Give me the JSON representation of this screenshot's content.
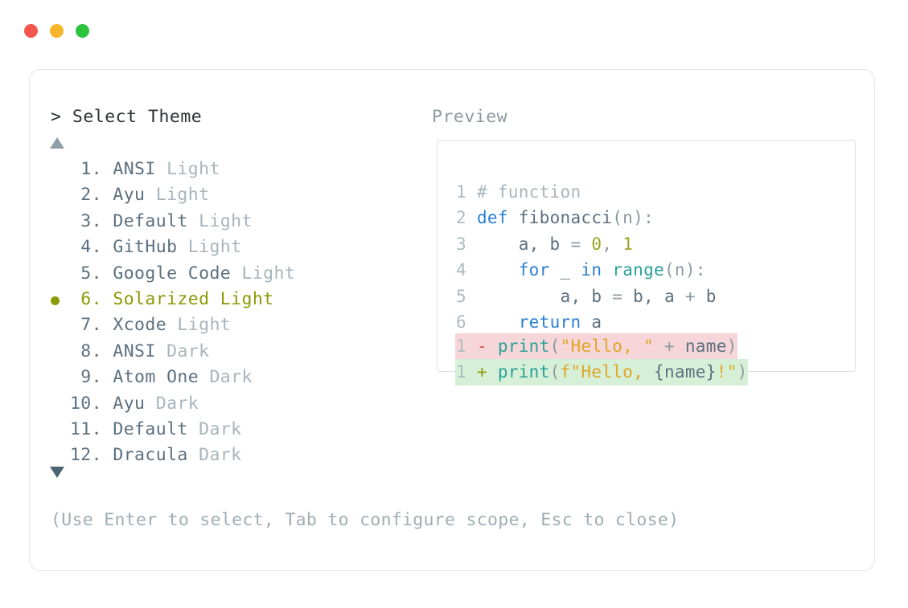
{
  "window": {
    "traffic_lights": [
      {
        "name": "close",
        "color": "#F2564C"
      },
      {
        "name": "minimize",
        "color": "#F5B52B"
      },
      {
        "name": "maximize",
        "color": "#2CC43F"
      }
    ]
  },
  "header": {
    "prompt": "> Select Theme",
    "preview_label": "Preview"
  },
  "scroll": {
    "up_indicator": "▲",
    "down_indicator": "▼"
  },
  "theme_list": {
    "selected_index": 6,
    "items": [
      {
        "index": "1.",
        "name": "ANSI",
        "variant": "Light",
        "selected": false
      },
      {
        "index": "2.",
        "name": "Ayu",
        "variant": "Light",
        "selected": false
      },
      {
        "index": "3.",
        "name": "Default",
        "variant": "Light",
        "selected": false
      },
      {
        "index": "4.",
        "name": "GitHub",
        "variant": "Light",
        "selected": false
      },
      {
        "index": "5.",
        "name": "Google Code",
        "variant": "Light",
        "selected": false
      },
      {
        "index": "6.",
        "name": "Solarized",
        "variant": "Light",
        "selected": true
      },
      {
        "index": "7.",
        "name": "Xcode",
        "variant": "Light",
        "selected": false
      },
      {
        "index": "8.",
        "name": "ANSI",
        "variant": "Dark",
        "selected": false
      },
      {
        "index": "9.",
        "name": "Atom One",
        "variant": "Dark",
        "selected": false
      },
      {
        "index": "10.",
        "name": "Ayu",
        "variant": "Dark",
        "selected": false
      },
      {
        "index": "11.",
        "name": "Default",
        "variant": "Dark",
        "selected": false
      },
      {
        "index": "12.",
        "name": "Dracula",
        "variant": "Dark",
        "selected": false
      }
    ]
  },
  "footer": {
    "hint": "(Use Enter to select, Tab to configure scope, Esc to close)"
  },
  "preview": {
    "code_lines": [
      {
        "num": "1",
        "tokens": [
          {
            "t": "# function",
            "c": "cmt"
          }
        ]
      },
      {
        "num": "2",
        "tokens": [
          {
            "t": "def ",
            "c": "kw"
          },
          {
            "t": "fibonacci",
            "c": "id"
          },
          {
            "t": "(n):",
            "c": "pun"
          }
        ]
      },
      {
        "num": "3",
        "tokens": [
          {
            "t": "    a, b ",
            "c": "id"
          },
          {
            "t": "= ",
            "c": "pun"
          },
          {
            "t": "0",
            "c": "num"
          },
          {
            "t": ", ",
            "c": "pun"
          },
          {
            "t": "1",
            "c": "num"
          }
        ]
      },
      {
        "num": "4",
        "tokens": [
          {
            "t": "    ",
            "c": "id"
          },
          {
            "t": "for ",
            "c": "kw"
          },
          {
            "t": "_ ",
            "c": "id"
          },
          {
            "t": "in ",
            "c": "kw"
          },
          {
            "t": "range",
            "c": "fn"
          },
          {
            "t": "(n):",
            "c": "pun"
          }
        ]
      },
      {
        "num": "5",
        "tokens": [
          {
            "t": "        a, b ",
            "c": "id"
          },
          {
            "t": "= ",
            "c": "pun"
          },
          {
            "t": "b, a ",
            "c": "id"
          },
          {
            "t": "+ ",
            "c": "pun"
          },
          {
            "t": "b",
            "c": "id"
          }
        ]
      },
      {
        "num": "6",
        "tokens": [
          {
            "t": "    ",
            "c": "id"
          },
          {
            "t": "return ",
            "c": "kw"
          },
          {
            "t": "a",
            "c": "id"
          }
        ]
      }
    ],
    "diff_lines": [
      {
        "num": "1",
        "marker": "-",
        "kind": "del",
        "tokens": [
          {
            "t": "print",
            "c": "fn"
          },
          {
            "t": "(",
            "c": "pun"
          },
          {
            "t": "\"Hello, \"",
            "c": "str"
          },
          {
            "t": " + ",
            "c": "pun"
          },
          {
            "t": "name",
            "c": "id"
          },
          {
            "t": ")",
            "c": "pun"
          }
        ]
      },
      {
        "num": "1",
        "marker": "+",
        "kind": "add",
        "tokens": [
          {
            "t": "print",
            "c": "fn"
          },
          {
            "t": "(",
            "c": "pun"
          },
          {
            "t": "f\"Hello, ",
            "c": "str"
          },
          {
            "t": "{name}",
            "c": "id"
          },
          {
            "t": "!\"",
            "c": "str"
          },
          {
            "t": ")",
            "c": "pun"
          }
        ]
      }
    ]
  },
  "colors": {
    "accent_selected": "#8A9A06",
    "keyword": "#2A7FD4",
    "function": "#2AA198",
    "number": "#9BA520",
    "string": "#E0A526",
    "comment": "#A8B4BC",
    "identifier": "#5C7080",
    "diff_del_bg": "#F6D6D9",
    "diff_add_bg": "#D6F0D8",
    "diff_del_marker": "#D9534F",
    "diff_add_marker": "#8A9A06"
  }
}
